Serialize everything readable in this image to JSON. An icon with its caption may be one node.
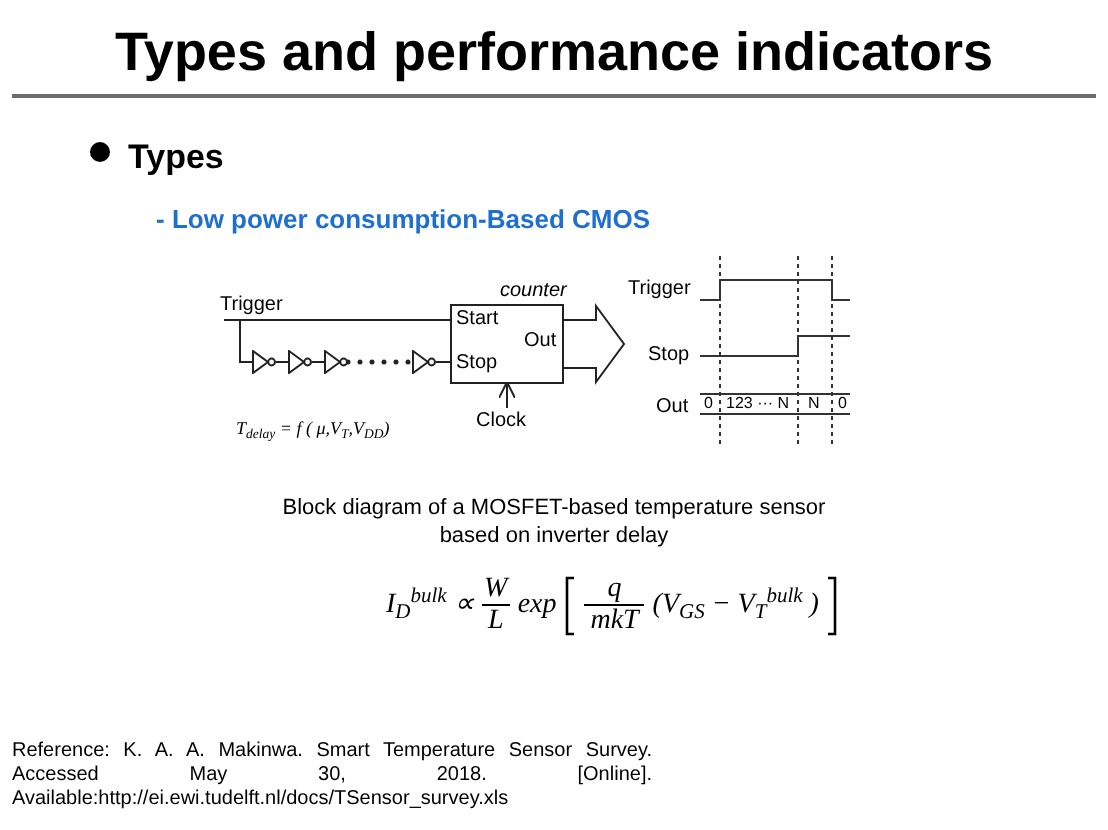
{
  "diagram": {
    "title": "Types and performance indicators",
    "nodes": [
      {
        "text": [
          "Trigger"
        ]
      },
      {
        "text": [
          "counter",
          "Start",
          "Stop",
          "Out"
        ]
      },
      {
        "text": [],
        "shape": "triangle"
      },
      {
        "text": [],
        "shape": "triangle"
      },
      {
        "text": [],
        "shape": "triangle"
      },
      {
        "text": [],
        "shape": "triangle"
      },
      {
        "text": [
          "Clock"
        ]
      }
    ],
    "edges": [
      {
        "from": 0,
        "to": 1,
        "arrow": "none"
      },
      {
        "from": 0,
        "to": 2,
        "arrow": "none"
      },
      {
        "from": 2,
        "to": 3,
        "arrow": "none"
      },
      {
        "from": 3,
        "to": 4,
        "arrow": "none"
      },
      {
        "from": 4,
        "to": 5,
        "arrow": "none",
        "style": "dashed"
      },
      {
        "from": 5,
        "to": 1,
        "arrow": "none"
      },
      {
        "from": 6,
        "to": 1,
        "arrow": "to"
      },
      {
        "from": 1,
        "to": null,
        "arrow": "to",
        "style": "thick"
      }
    ],
    "labels": [
      "Types",
      "- Low power consumption-Based CMOS",
      "T$_{delay}$ = f ( μ,V$_{T}$,V$_{DD}$)",
      "Trigger",
      "Stop",
      "Out",
      "0",
      "123 ··· N",
      "N",
      "0",
      "Block diagram of a MOSFET-based temperature sensor based on inverter delay",
      "I$_{D}$$^{bulk}$ ∝",
      "W",
      "L",
      "exp",
      "q",
      "mkT",
      "(V$_{GS}$ − V$_{T}$$^{bulk}$ )",
      "Reference: K. A. A. Makinwa. Smart Temperature Sensor Survey. Accessed May 30, 2018. [Online]. Available:http://ei.ewi.tudelft.nl/docs/TSensor_survey.xls"
    ]
  }
}
